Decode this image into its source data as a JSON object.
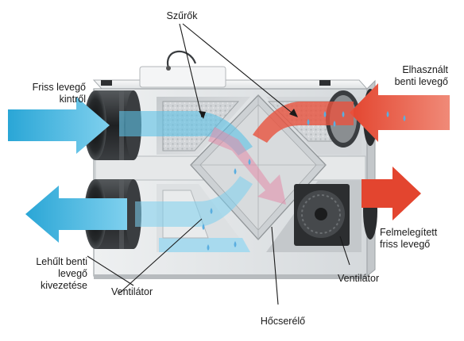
{
  "labels": {
    "filters": "Szűrők",
    "fresh_air_in": "Friss levegő\nkintről",
    "exhaust_in": "Elhasznált\nbenti levegő",
    "cooled_out": "Lehűlt benti\nlevegő\nkivezetése",
    "warmed_out": "Felmelegített\nfriss levegő",
    "fan_left": "Ventilátor",
    "fan_right": "Ventilátor",
    "heat_exchanger": "Hőcserélő"
  },
  "colors": {
    "cold_arrow": "#3fb4dd",
    "warm_arrow": "#e8533f",
    "casing": "#e9ebec",
    "casing_shadow": "#b9bdc0",
    "duct": "#2a2c2e",
    "filter": "#c9cdd0",
    "droplet": "#5aaee0"
  }
}
